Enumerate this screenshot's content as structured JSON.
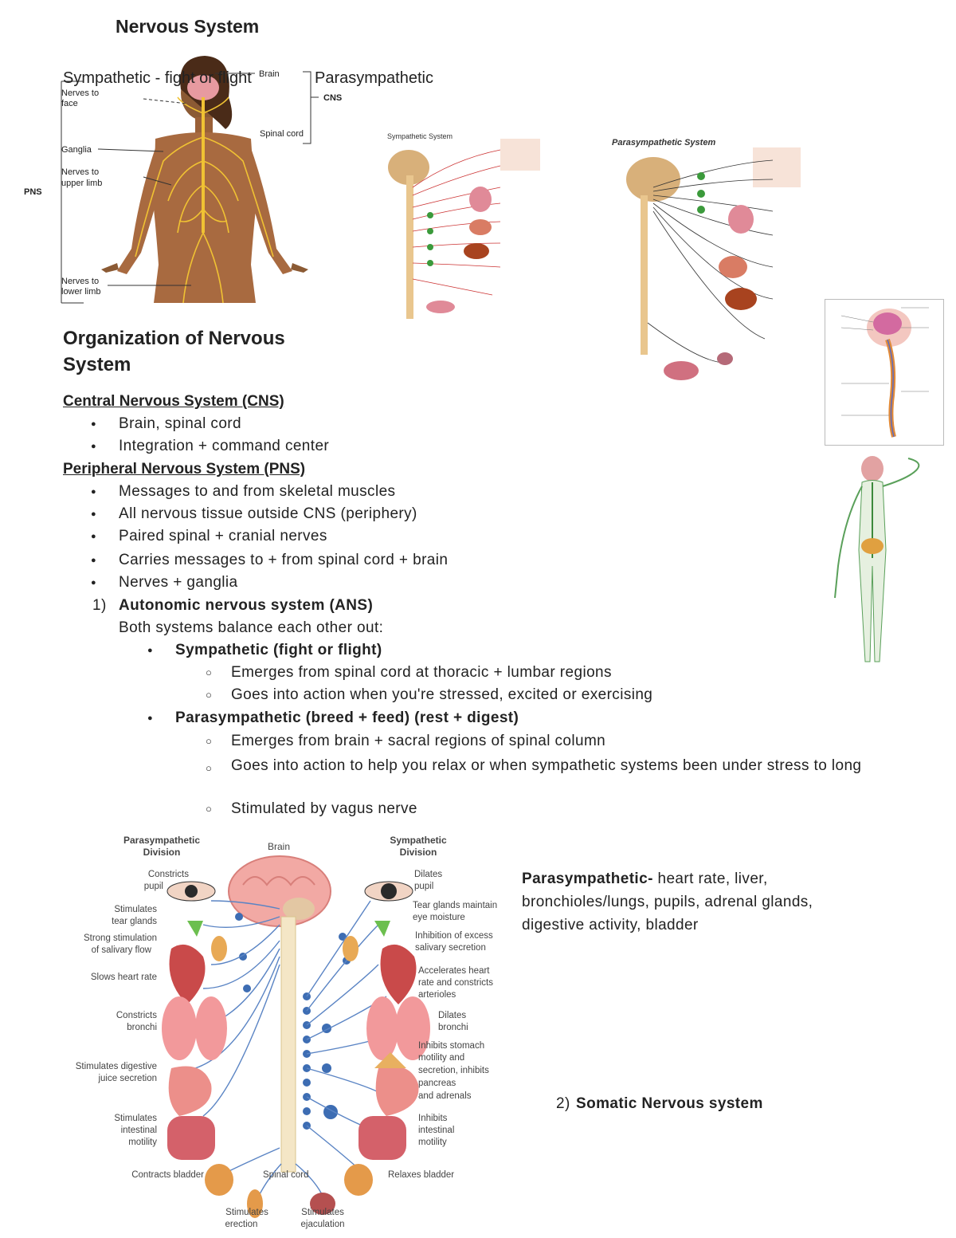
{
  "doc_title": "Nervous System",
  "top_figure": {
    "label_sympathetic": "Sympathetic - fight or flight",
    "label_parasympathetic": "Parasympathetic",
    "labels": {
      "brain": "Brain",
      "nerves_face": [
        "Nerves to",
        "face"
      ],
      "cns": "CNS",
      "spinal_cord": "Spinal cord",
      "ganglia": "Ganglia",
      "nerves_upper": [
        "Nerves to",
        "upper limb"
      ],
      "pns": "PNS",
      "nerves_lower": [
        "Nerves to",
        "lower limb"
      ]
    }
  },
  "small_figures": {
    "sympathetic_title": "Sympathetic System",
    "parasympathetic_title": "Parasympathetic System"
  },
  "heading": "Organization of Nervous System",
  "cns": {
    "title": "Central Nervous System (CNS)",
    "items": [
      "Brain, spinal cord",
      "Integration + command center"
    ]
  },
  "pns": {
    "title": "Peripheral Nervous System (PNS)",
    "items": [
      "Messages to and from skeletal muscles",
      "All nervous tissue outside CNS (periphery)",
      "Paired spinal + cranial nerves",
      "Carries messages to + from spinal cord + brain",
      "Nerves + ganglia"
    ]
  },
  "ans": {
    "number": "1)",
    "title": "Autonomic nervous system (ANS)",
    "intro": "Both systems balance each other out:",
    "sympathetic": {
      "title": "Sympathetic (fight or flight)",
      "items": [
        "Emerges from spinal cord at thoracic + lumbar regions",
        "Goes into action when you're stressed, excited or exercising"
      ]
    },
    "parasympathetic": {
      "title": "Parasympathetic (breed + feed) (rest + digest)",
      "items": [
        "Emerges from brain + sacral regions of spinal column",
        "Goes into action to help you relax or when sympathetic systems been under stress to long",
        "Stimulated by vagus nerve"
      ]
    }
  },
  "bottom_figure": {
    "para_title": [
      "Parasympathetic",
      "Division"
    ],
    "symp_title": [
      "Sympathetic",
      "Division"
    ],
    "brain": "Brain",
    "spinal_cord": "Spinal cord",
    "left_labels": [
      [
        "Constricts",
        "pupil"
      ],
      [
        "Stimulates",
        "tear glands"
      ],
      [
        "Strong stimulation",
        "of salivary flow"
      ],
      [
        "Slows heart rate"
      ],
      [
        "Constricts",
        "bronchi"
      ],
      [
        "Stimulates digestive",
        "juice secretion"
      ],
      [
        "Stimulates",
        "intestinal",
        "motility"
      ],
      [
        "Contracts bladder"
      ]
    ],
    "right_labels": [
      [
        "Dilates",
        "pupil"
      ],
      [
        "Tear glands maintain",
        "eye moisture"
      ],
      [
        "Inhibition of excess",
        "salivary secretion"
      ],
      [
        "Accelerates heart",
        "rate and constricts",
        "arterioles"
      ],
      [
        "Dilates",
        "bronchi"
      ],
      [
        "Inhibits stomach",
        "motility and",
        "secretion, inhibits",
        "pancreas",
        "and adrenals"
      ],
      [
        "Inhibits",
        "intestinal",
        "motility"
      ],
      [
        "Relaxes bladder"
      ]
    ],
    "bottom_left": [
      "Stimulates",
      "erection"
    ],
    "bottom_right": [
      "Stimulates",
      "ejaculation"
    ]
  },
  "para_note": {
    "bold": "Parasympathetic-",
    "text": " heart rate, liver, bronchioles/lungs, pupils, adrenal glands, digestive activity, bladder"
  },
  "somatic": {
    "number": "2)",
    "title": "Somatic Nervous system"
  }
}
